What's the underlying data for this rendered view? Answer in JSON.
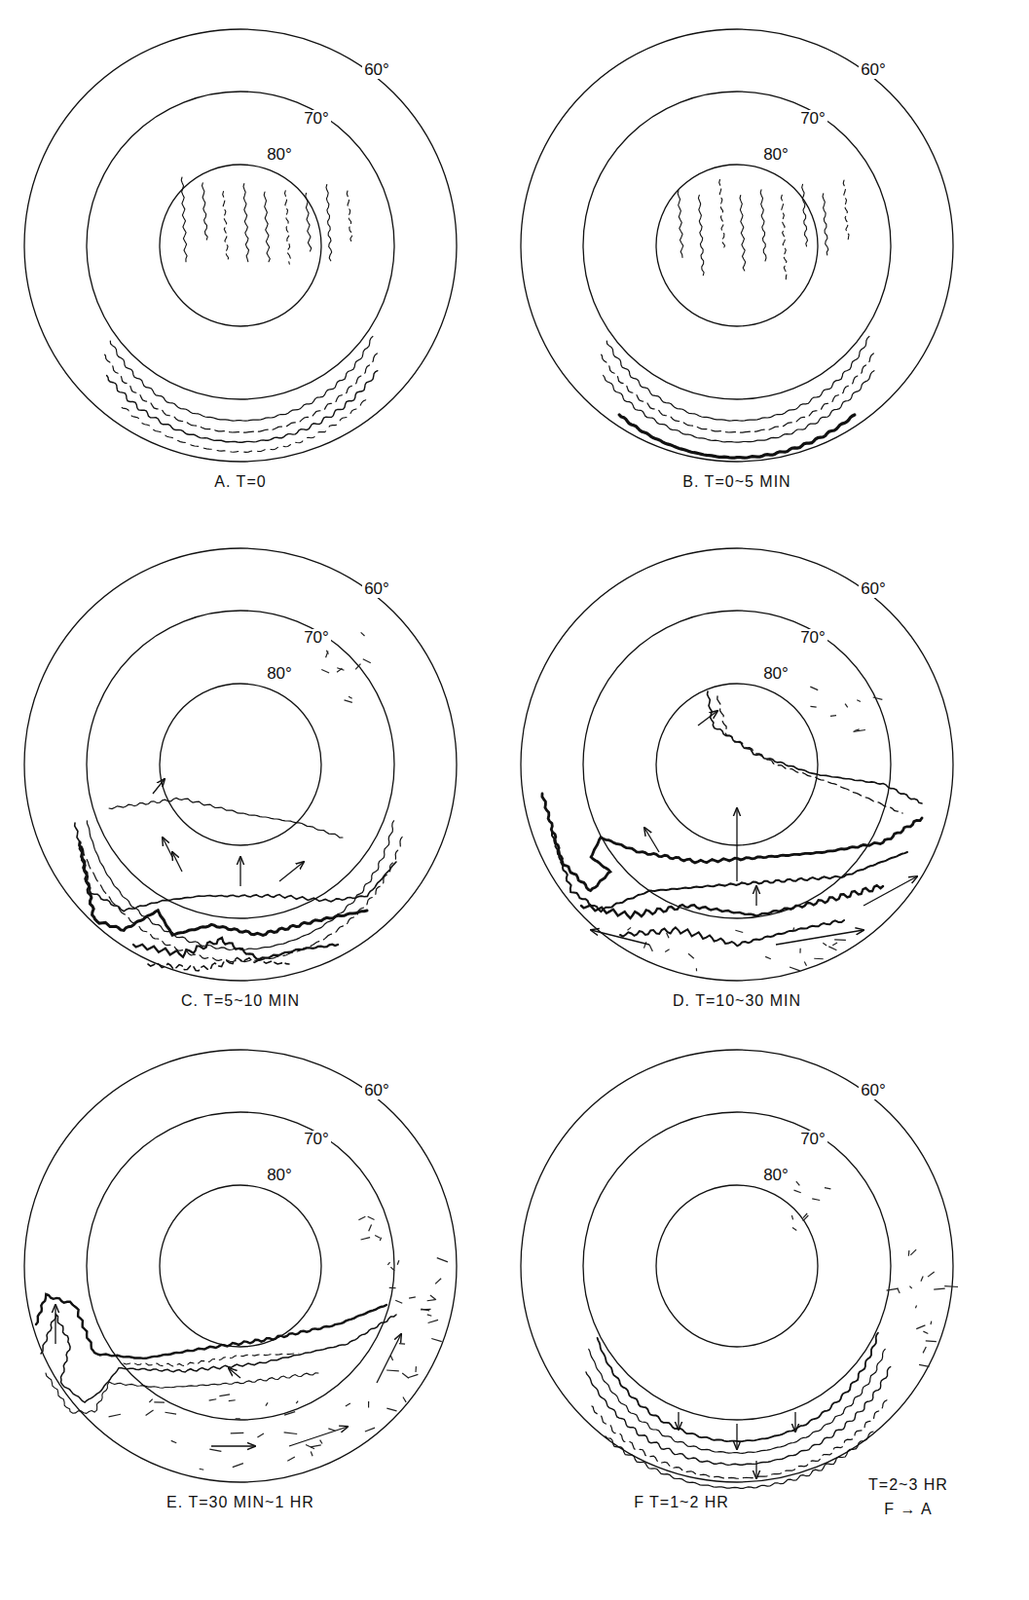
{
  "diagram": {
    "labels": [
      "60°",
      "70°",
      "80°",
      "A. T=0",
      "60°",
      "70°",
      "80°",
      "B. T=0~5 MIN",
      "60°",
      "70°",
      "80°",
      "C. T=5~10 MIN",
      "60°",
      "70°",
      "80°",
      "D. T=10~30 MIN",
      "60°",
      "70°",
      "80°",
      "E. T=30 MIN~1 HR",
      "60°",
      "70°",
      "80°",
      "F  T=1~2 HR",
      "T=2~3 HR",
      "F → A"
    ]
  }
}
